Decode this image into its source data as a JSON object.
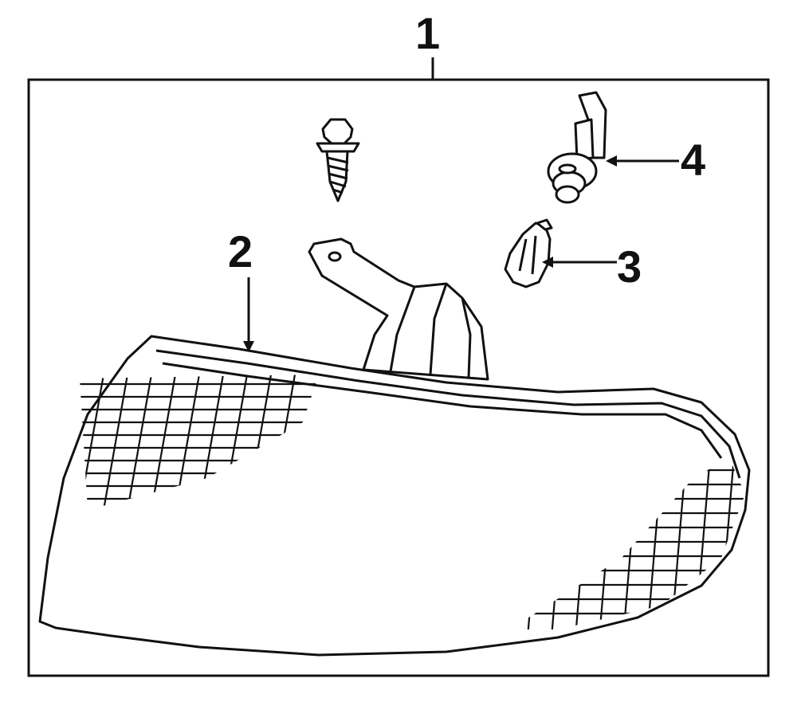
{
  "diagram": {
    "callouts": {
      "assembly": "1",
      "lens": "2",
      "bulb": "3",
      "socket": "4"
    },
    "colors": {
      "ink": "#111111",
      "background": "#ffffff"
    }
  }
}
